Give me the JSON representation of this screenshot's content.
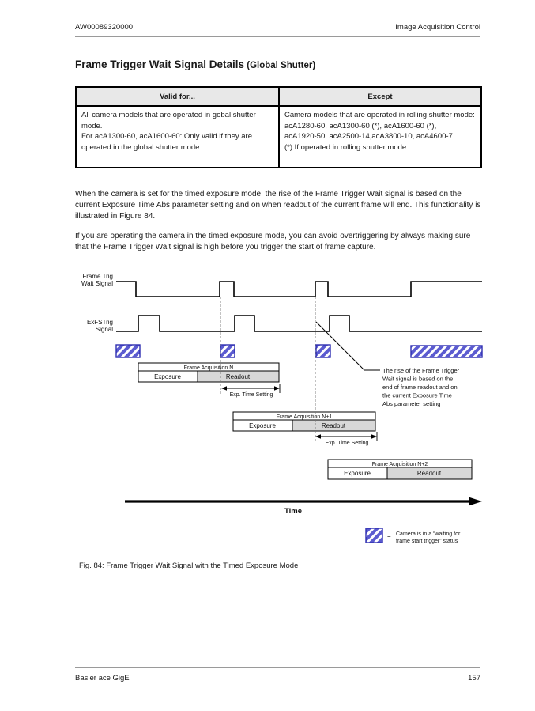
{
  "header": {
    "doc_id": "AW00089320000",
    "section": "Image Acquisition Control"
  },
  "title": {
    "main": "Frame Trigger Wait Signal Details",
    "sub": " (Global Shutter)"
  },
  "table": {
    "columns": {
      "valid_for": "Valid for...",
      "except": "Except"
    },
    "valid_for": [
      "All camera models that are operated in gobal shutter mode.",
      "For acA1300-60, acA1600-60: Only valid if they are operated in the global shutter mode."
    ],
    "except_lines": [
      "Camera models that are operated in rolling shutter mode:",
      "acA1280-60, acA1300-60 (*), acA1600-60 (*),",
      "acA1920-50, acA2500-14,acA3800-10, acA4600-7",
      "(*) If operated in rolling shutter mode."
    ]
  },
  "paragraphs": [
    "When the camera is set for the timed exposure mode, the rise of the Frame Trigger Wait signal is based on the current Exposure Time Abs parameter setting and on when readout of the current frame will end. This functionality is illustrated in Figure 84.",
    "If you are operating the camera in the timed exposure mode, you can avoid overtriggering by always making sure that the Frame Trigger Wait signal is high before you trigger the start of frame capture."
  ],
  "diagram": {
    "signals": {
      "frame_trig_wait": {
        "label_line1": "Frame Trig",
        "label_line2": "Wait Signal"
      },
      "exfstrig": {
        "label_line1": "ExFSTrig",
        "label_line2": "Signal"
      }
    },
    "acquisitions": [
      {
        "title": "Frame Acquisition N",
        "exposure": "Exposure",
        "readout": "Readout",
        "exp_time": "Exp. Time Setting"
      },
      {
        "title": "Frame Acquisition N+1",
        "exposure": "Exposure",
        "readout": "Readout",
        "exp_time": "Exp. Time Setting"
      },
      {
        "title": "Frame Acquisition N+2",
        "exposure": "Exposure",
        "readout": "Readout"
      }
    ],
    "annotation": {
      "line1": "The rise of the Frame Trigger",
      "line2": "Wait signal is based on the",
      "line3": "end of frame readout and on",
      "line4": "the current Exposure Time",
      "line5": "Abs parameter setting"
    },
    "time_label": "Time",
    "legend": {
      "equals": "=",
      "line1": "Camera is in a “waiting for",
      "line2": "frame start trigger” status"
    },
    "colors": {
      "hatch_blue": "#5b5bd0",
      "hatch_border": "#2e2eb0",
      "readout_gray": "#d8d8d8"
    }
  },
  "caption": "Fig. 84: Frame Trigger Wait Signal with the Timed Exposure Mode",
  "footer": {
    "product": "Basler ace GigE",
    "page_number": "157"
  }
}
